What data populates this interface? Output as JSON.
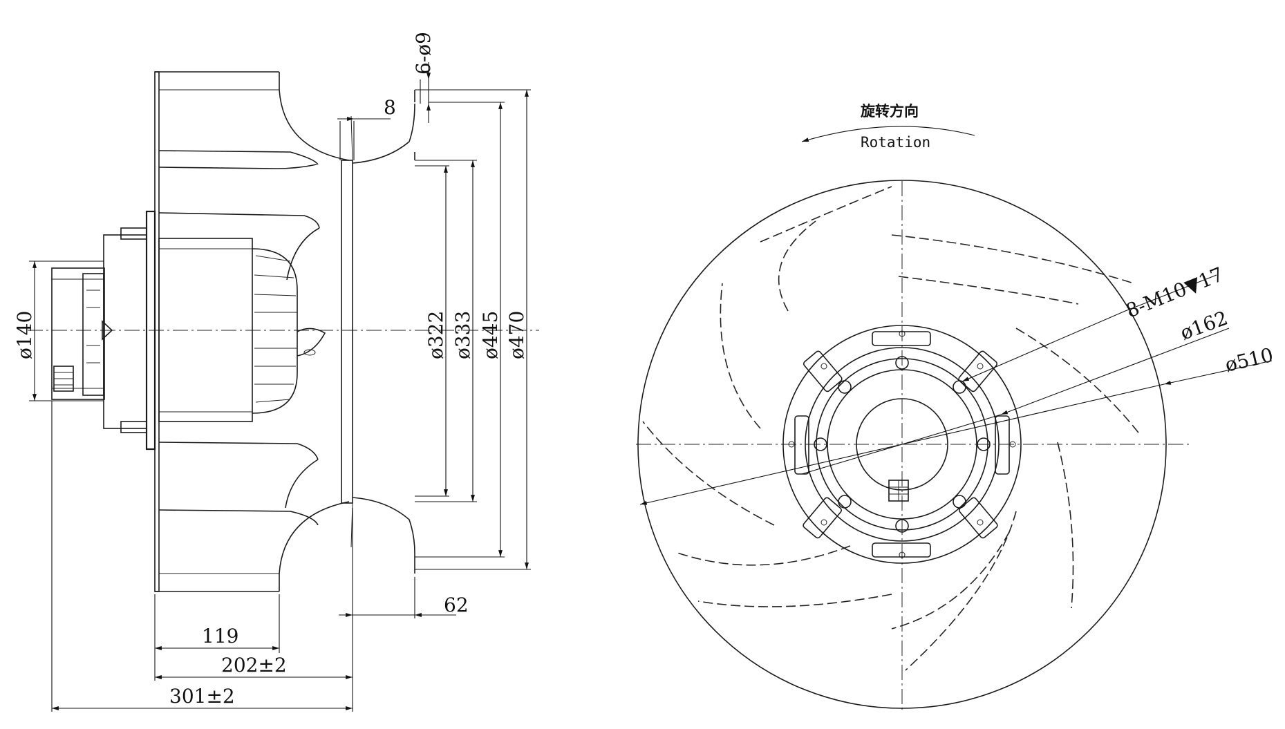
{
  "side_view": {
    "dims": {
      "bolt_holes": "6-ø9",
      "flange_thickness": "8",
      "d_inlet_inner": "ø322",
      "d_inlet_outer": "ø333",
      "d_hole_circle": "ø445",
      "d_flange": "ø470",
      "d_motor": "ø140",
      "inlet_depth": "62",
      "depth_119": "119",
      "depth_202": "202±2",
      "depth_301": "301±2"
    }
  },
  "front_view": {
    "rotation_cn": "旋转方向",
    "rotation_en": "Rotation",
    "dims": {
      "threaded_holes": "8-M10▼17",
      "d_hub": "ø162",
      "d_impeller": "ø510"
    }
  }
}
